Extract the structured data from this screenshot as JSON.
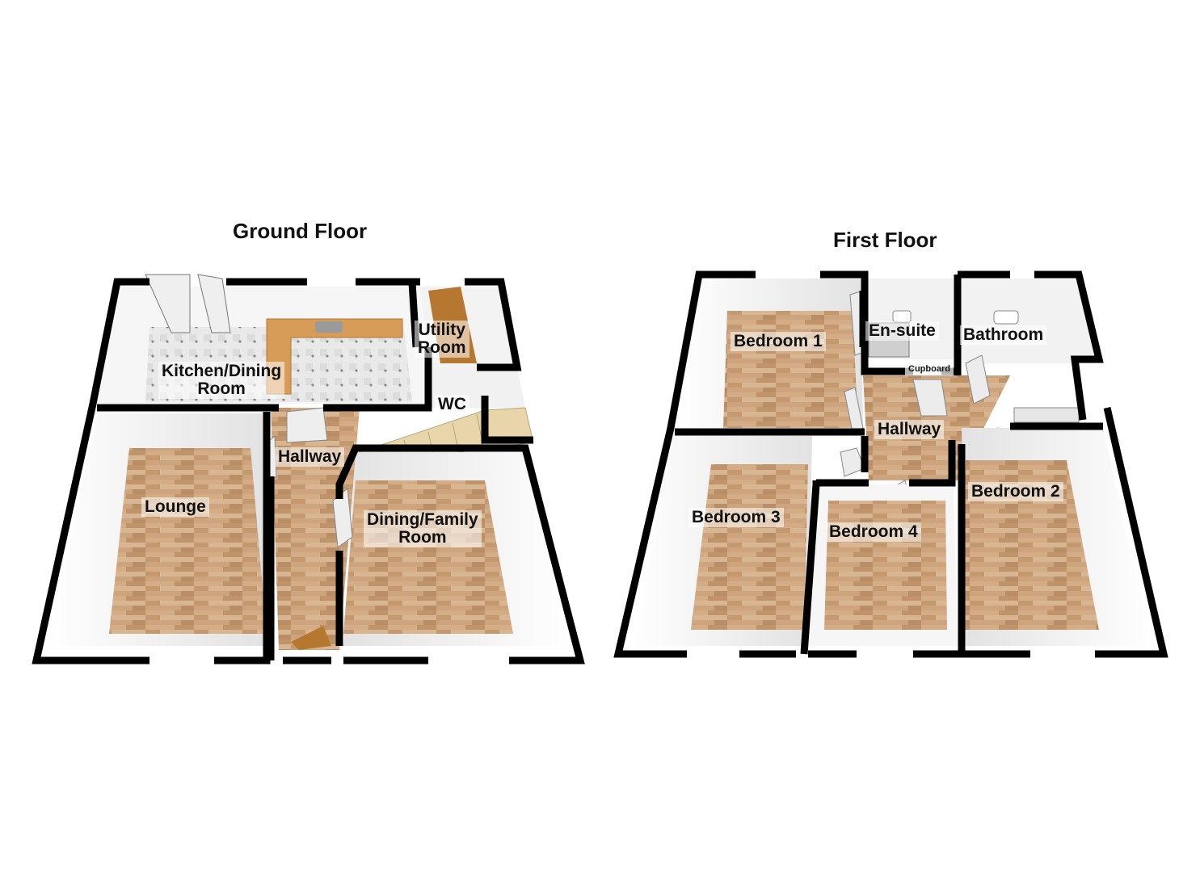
{
  "floors": [
    {
      "title": "Ground Floor",
      "rooms": [
        {
          "id": "kitchen",
          "label": "Kitchen/Dining\nRoom"
        },
        {
          "id": "utility",
          "label": "Utility\nRoom"
        },
        {
          "id": "wc",
          "label": "WC"
        },
        {
          "id": "hallway",
          "label": "Hallway"
        },
        {
          "id": "lounge",
          "label": "Lounge"
        },
        {
          "id": "dining",
          "label": "Dining/Family\nRoom"
        }
      ]
    },
    {
      "title": "First Floor",
      "rooms": [
        {
          "id": "bedroom1",
          "label": "Bedroom 1"
        },
        {
          "id": "ensuite",
          "label": "En-suite"
        },
        {
          "id": "bathroom",
          "label": "Bathroom"
        },
        {
          "id": "cupboard",
          "label": "Cupboard"
        },
        {
          "id": "hallway",
          "label": "Hallway"
        },
        {
          "id": "bedroom2",
          "label": "Bedroom 2"
        },
        {
          "id": "bedroom3",
          "label": "Bedroom 3"
        },
        {
          "id": "bedroom4",
          "label": "Bedroom 4"
        }
      ]
    }
  ],
  "colors": {
    "wall": "#000000",
    "wall_face": "#f4f4f4",
    "floor_wood": "#caa27c",
    "floor_tile": "#e6e6e6",
    "worktop": "#d69a55",
    "stairs": "#e7d6ad",
    "door": "#ececec"
  }
}
